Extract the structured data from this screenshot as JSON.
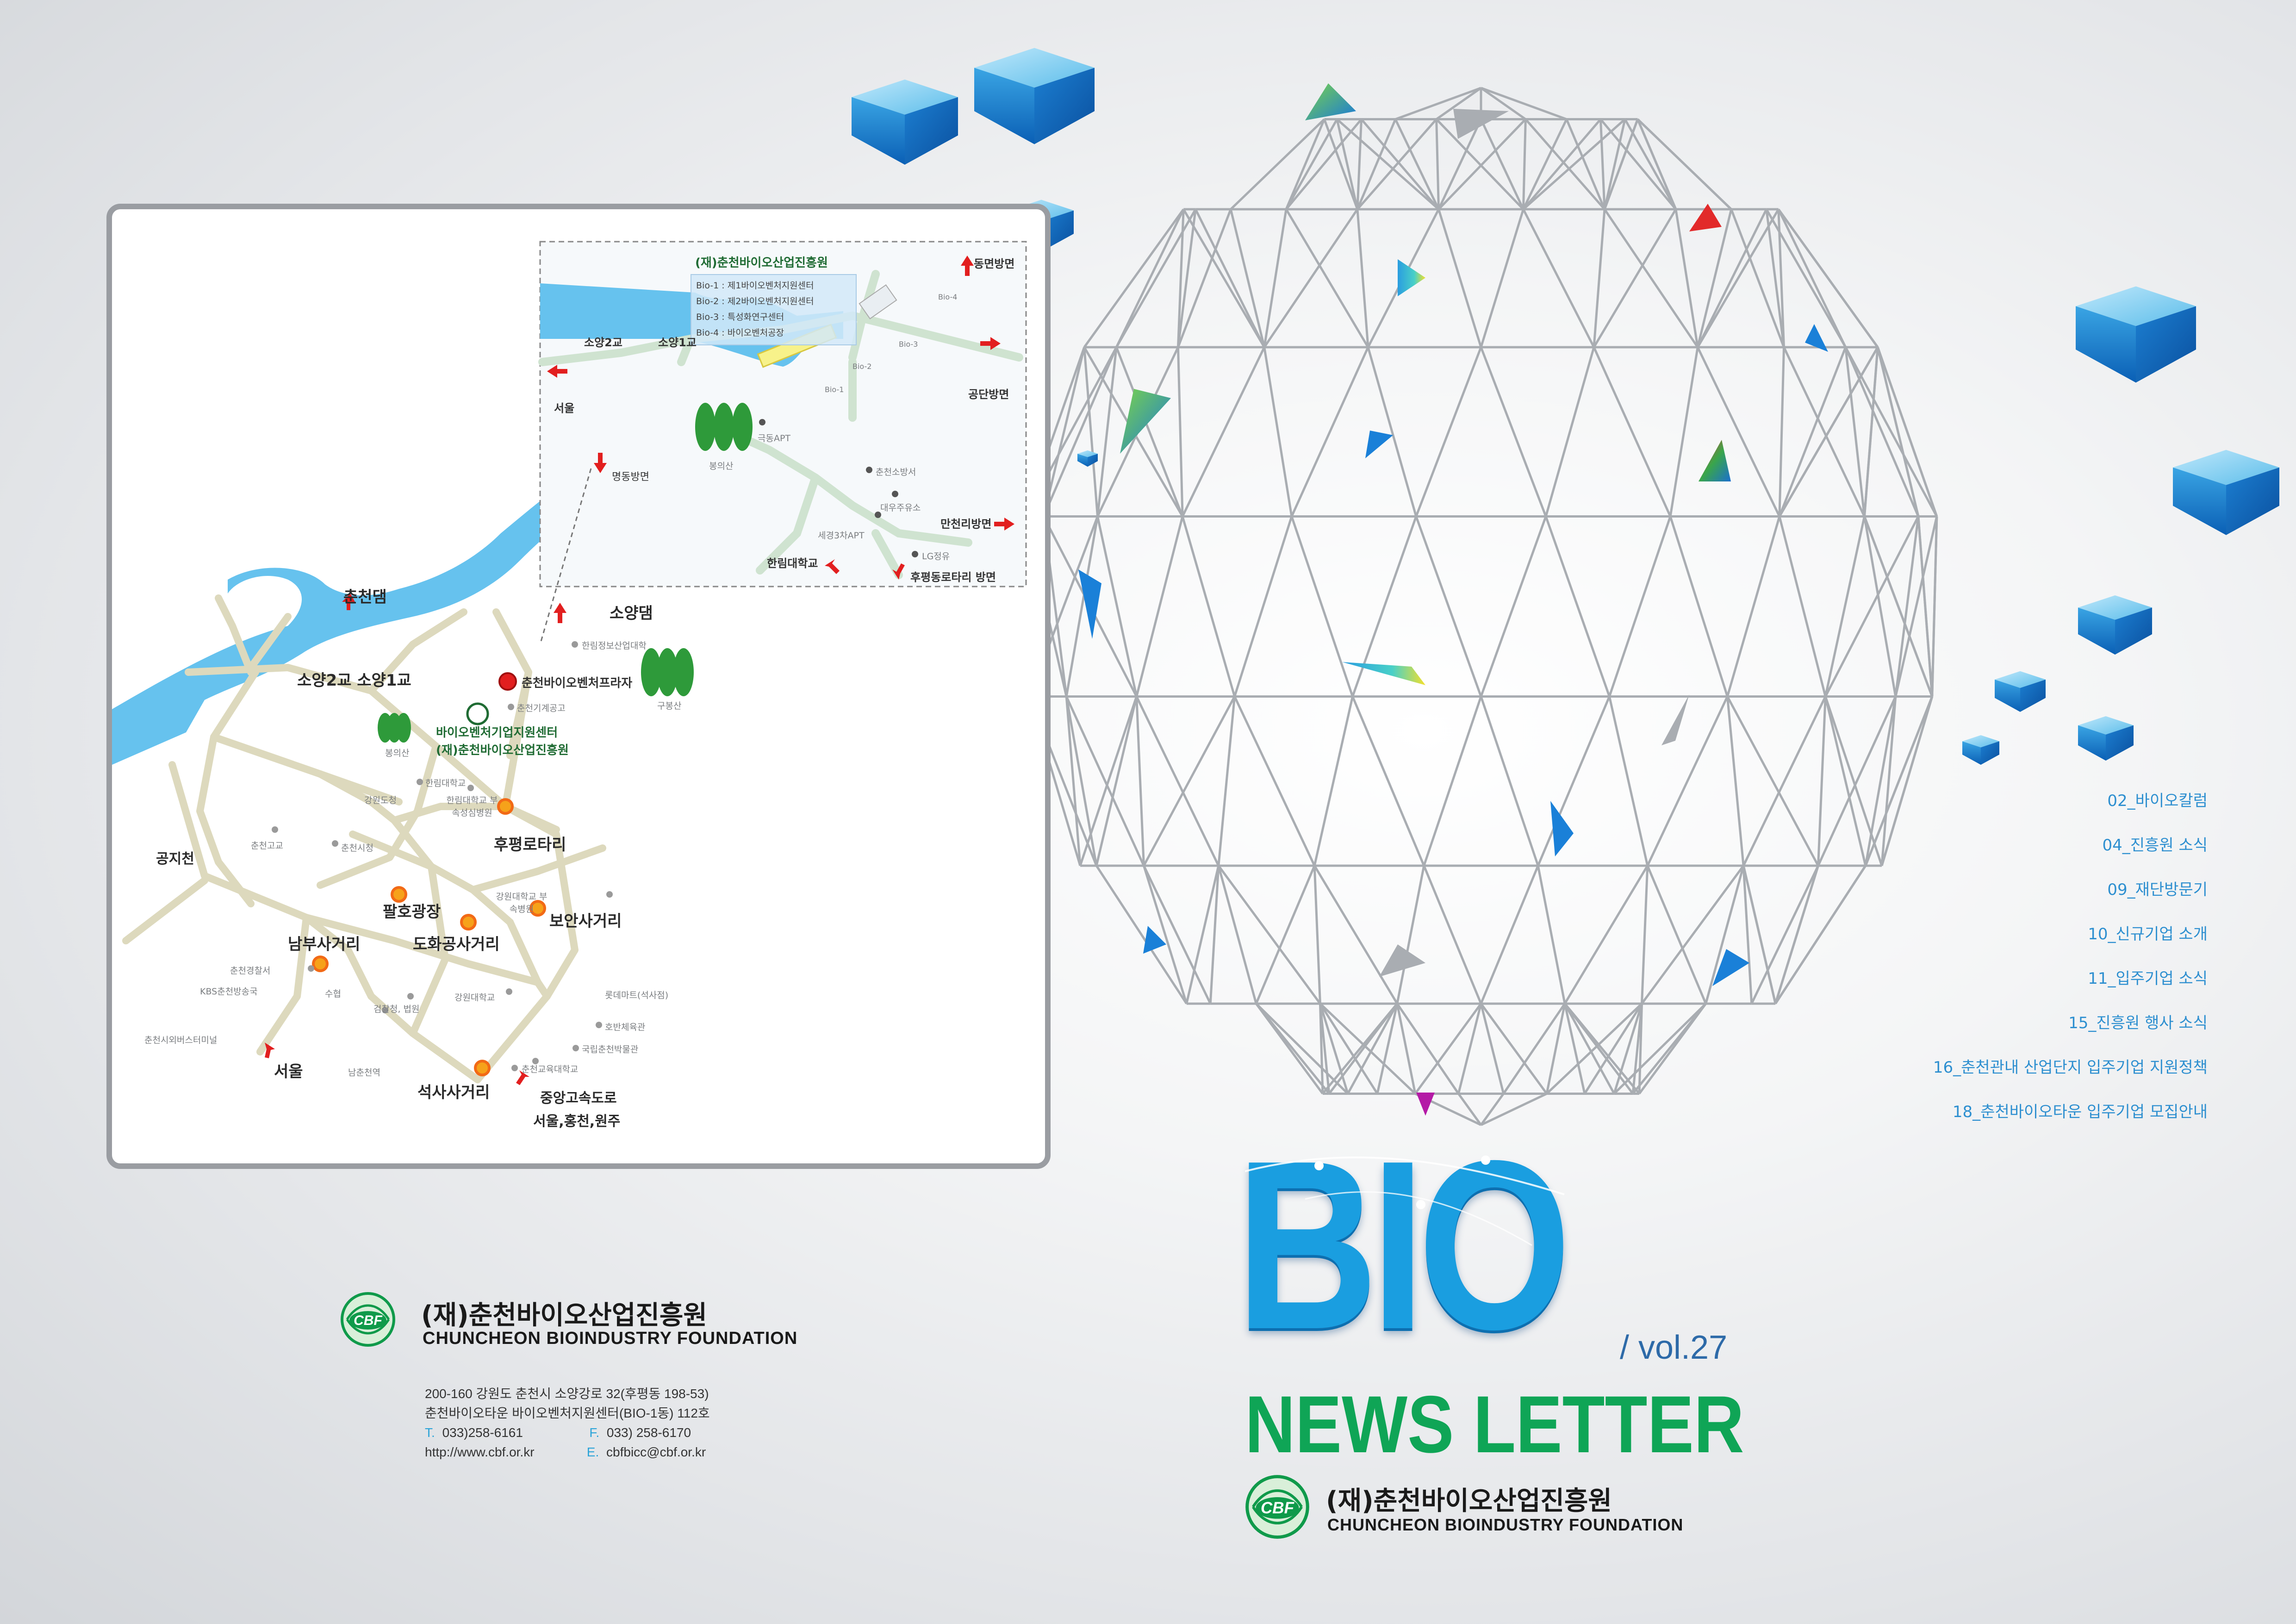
{
  "colors": {
    "accent_blue": "#2d8fd0",
    "brand_green": "#0fa556",
    "title_blue": "#1a9ee0",
    "frame_gray": "#9a9da2"
  },
  "map": {
    "inset": {
      "title": "(재)춘천바이오산업진흥원",
      "legend": [
        "Bio-1 : 제1바이오벤처지원센터",
        "Bio-2 : 제2바이오벤처지원센터",
        "Bio-3 : 특성화연구센터",
        "Bio-4 : 바이오벤처공장"
      ],
      "labels": {
        "bridge2": "소양2교",
        "bridge1": "소양1교",
        "seoul": "서울",
        "dongmyeon": "동면방면",
        "gongdan": "공단방면",
        "myeongdong": "명동방면",
        "bongui": "봉의산",
        "geukdong": "극동APT",
        "fire": "춘천소방서",
        "daewoo": "대우주유소",
        "segyeong": "세경3차APT",
        "lg": "LG정유",
        "mancheon": "만천리방면",
        "hallym": "한림대학교",
        "hupyeong": "후평동로타리 방면",
        "bio1": "Bio-1",
        "bio2": "Bio-2",
        "bio3": "Bio-3",
        "bio4": "Bio-4"
      }
    },
    "main": {
      "chuncheon_dam": "춘천댐",
      "soyang_dam": "소양댐",
      "bridges": "소양2교 소양1교",
      "plaza": "춘천바이오벤처프라자",
      "center1": "바이오벤처기업지원센터",
      "center2": "(재)춘천바이오산업진흥원",
      "hupyeong_rotary": "후평로타리",
      "myeongdong_plaza": "팔호광장",
      "dohwa": "도화공사거리",
      "boan": "보안사거리",
      "nambu": "남부사거리",
      "seoksa": "석사사거리",
      "seoul": "서울",
      "highway1": "중앙고속도로",
      "highway2": "서울,홍천,원주",
      "gongjicheon": "공지천",
      "hallym_info": "한림정보산업대학",
      "gubongsan": "구봉산",
      "bongui": "봉의산",
      "engineering_hs": "춘천기계공고",
      "hallym_univ": "한림대학교",
      "gangwon_do": "강원도청",
      "hallym_hospital": "한림대학교 부속성심병원",
      "chuncheon_hs": "춘천고교",
      "city_hall": "춘천시청",
      "gw_hospital": "강원대학교 부속병원",
      "police": "춘천경찰서",
      "kbs": "KBS춘천방송국",
      "suhyup": "수협",
      "court": "검찰청, 법원",
      "gw_univ": "강원대학교",
      "lotte": "롯데마트(석사점)",
      "terminal": "춘천시외버스터미널",
      "namchuncheon": "남춘천역",
      "gym": "호반체육관",
      "museum": "국립춘천박물관",
      "education": "춘천교육대학교"
    }
  },
  "footer": {
    "org_ko": "(재)춘천바이오산업진흥원",
    "org_en": "CHUNCHEON BIOINDUSTRY FOUNDATION",
    "logo": "CBF",
    "address1": "200-160 강원도 춘천시 소양강로 32(후평동 198-53)",
    "address2": "춘천바이오타운 바이오벤처지원센터(BIO-1동) 112호",
    "tel_key": "T.",
    "tel": "033)258-6161",
    "fax_key": "F.",
    "fax": "033) 258-6170",
    "web": "http://www.cbf.or.kr",
    "email_key": "E.",
    "email": "cbfbicc@cbf.or.kr"
  },
  "toc": [
    "02_바이오칼럼",
    "04_진흥원 소식",
    "09_재단방문기",
    "10_신규기업 소개",
    "11_입주기업 소식",
    "15_진흥원 행사 소식",
    "16_춘천관내 산업단지 입주기업 지원정책",
    "18_춘천바이오타운 입주기업 모집안내"
  ],
  "title": {
    "main": "BIO",
    "vol": "/ vol.27",
    "sub": "NEWS LETTER"
  },
  "bottom_org": {
    "ko": "(재)춘천바이오산업진흥원",
    "en": "CHUNCHEON BIOINDUSTRY FOUNDATION",
    "logo": "CBF"
  }
}
